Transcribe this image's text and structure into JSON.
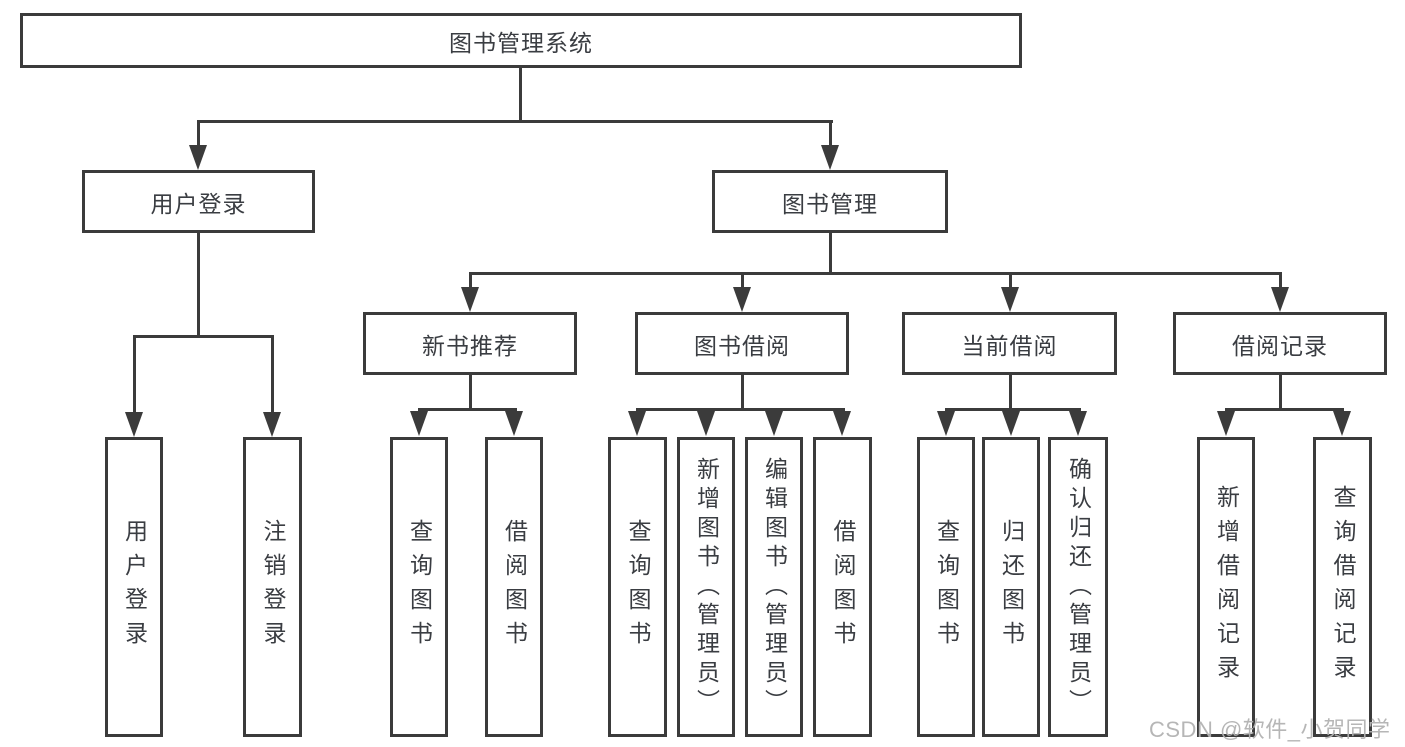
{
  "tree": {
    "root": {
      "label": "图书管理系统"
    },
    "branches": [
      {
        "label": "用户登录",
        "leaves": [
          {
            "label": "用户登录"
          },
          {
            "label": "注销登录"
          }
        ]
      },
      {
        "label": "图书管理",
        "groups": [
          {
            "label": "新书推荐",
            "leaves": [
              {
                "label": "查询图书"
              },
              {
                "label": "借阅图书"
              }
            ]
          },
          {
            "label": "图书借阅",
            "leaves": [
              {
                "label": "查询图书"
              },
              {
                "label": "新增图书（管理员）"
              },
              {
                "label": "编辑图书（管理员）"
              },
              {
                "label": "借阅图书"
              }
            ]
          },
          {
            "label": "当前借阅",
            "leaves": [
              {
                "label": "查询图书"
              },
              {
                "label": "归还图书"
              },
              {
                "label": "确认归还（管理员）"
              }
            ]
          },
          {
            "label": "借阅记录",
            "leaves": [
              {
                "label": "新增借阅记录"
              },
              {
                "label": "查询借阅记录"
              }
            ]
          }
        ]
      }
    ]
  },
  "watermark": {
    "text": "CSDN @软件_小贺同学"
  },
  "colors": {
    "line": "#3b3b3b",
    "text": "#3a3d42",
    "background": "#ffffff",
    "watermark": "#b2b2b2"
  }
}
